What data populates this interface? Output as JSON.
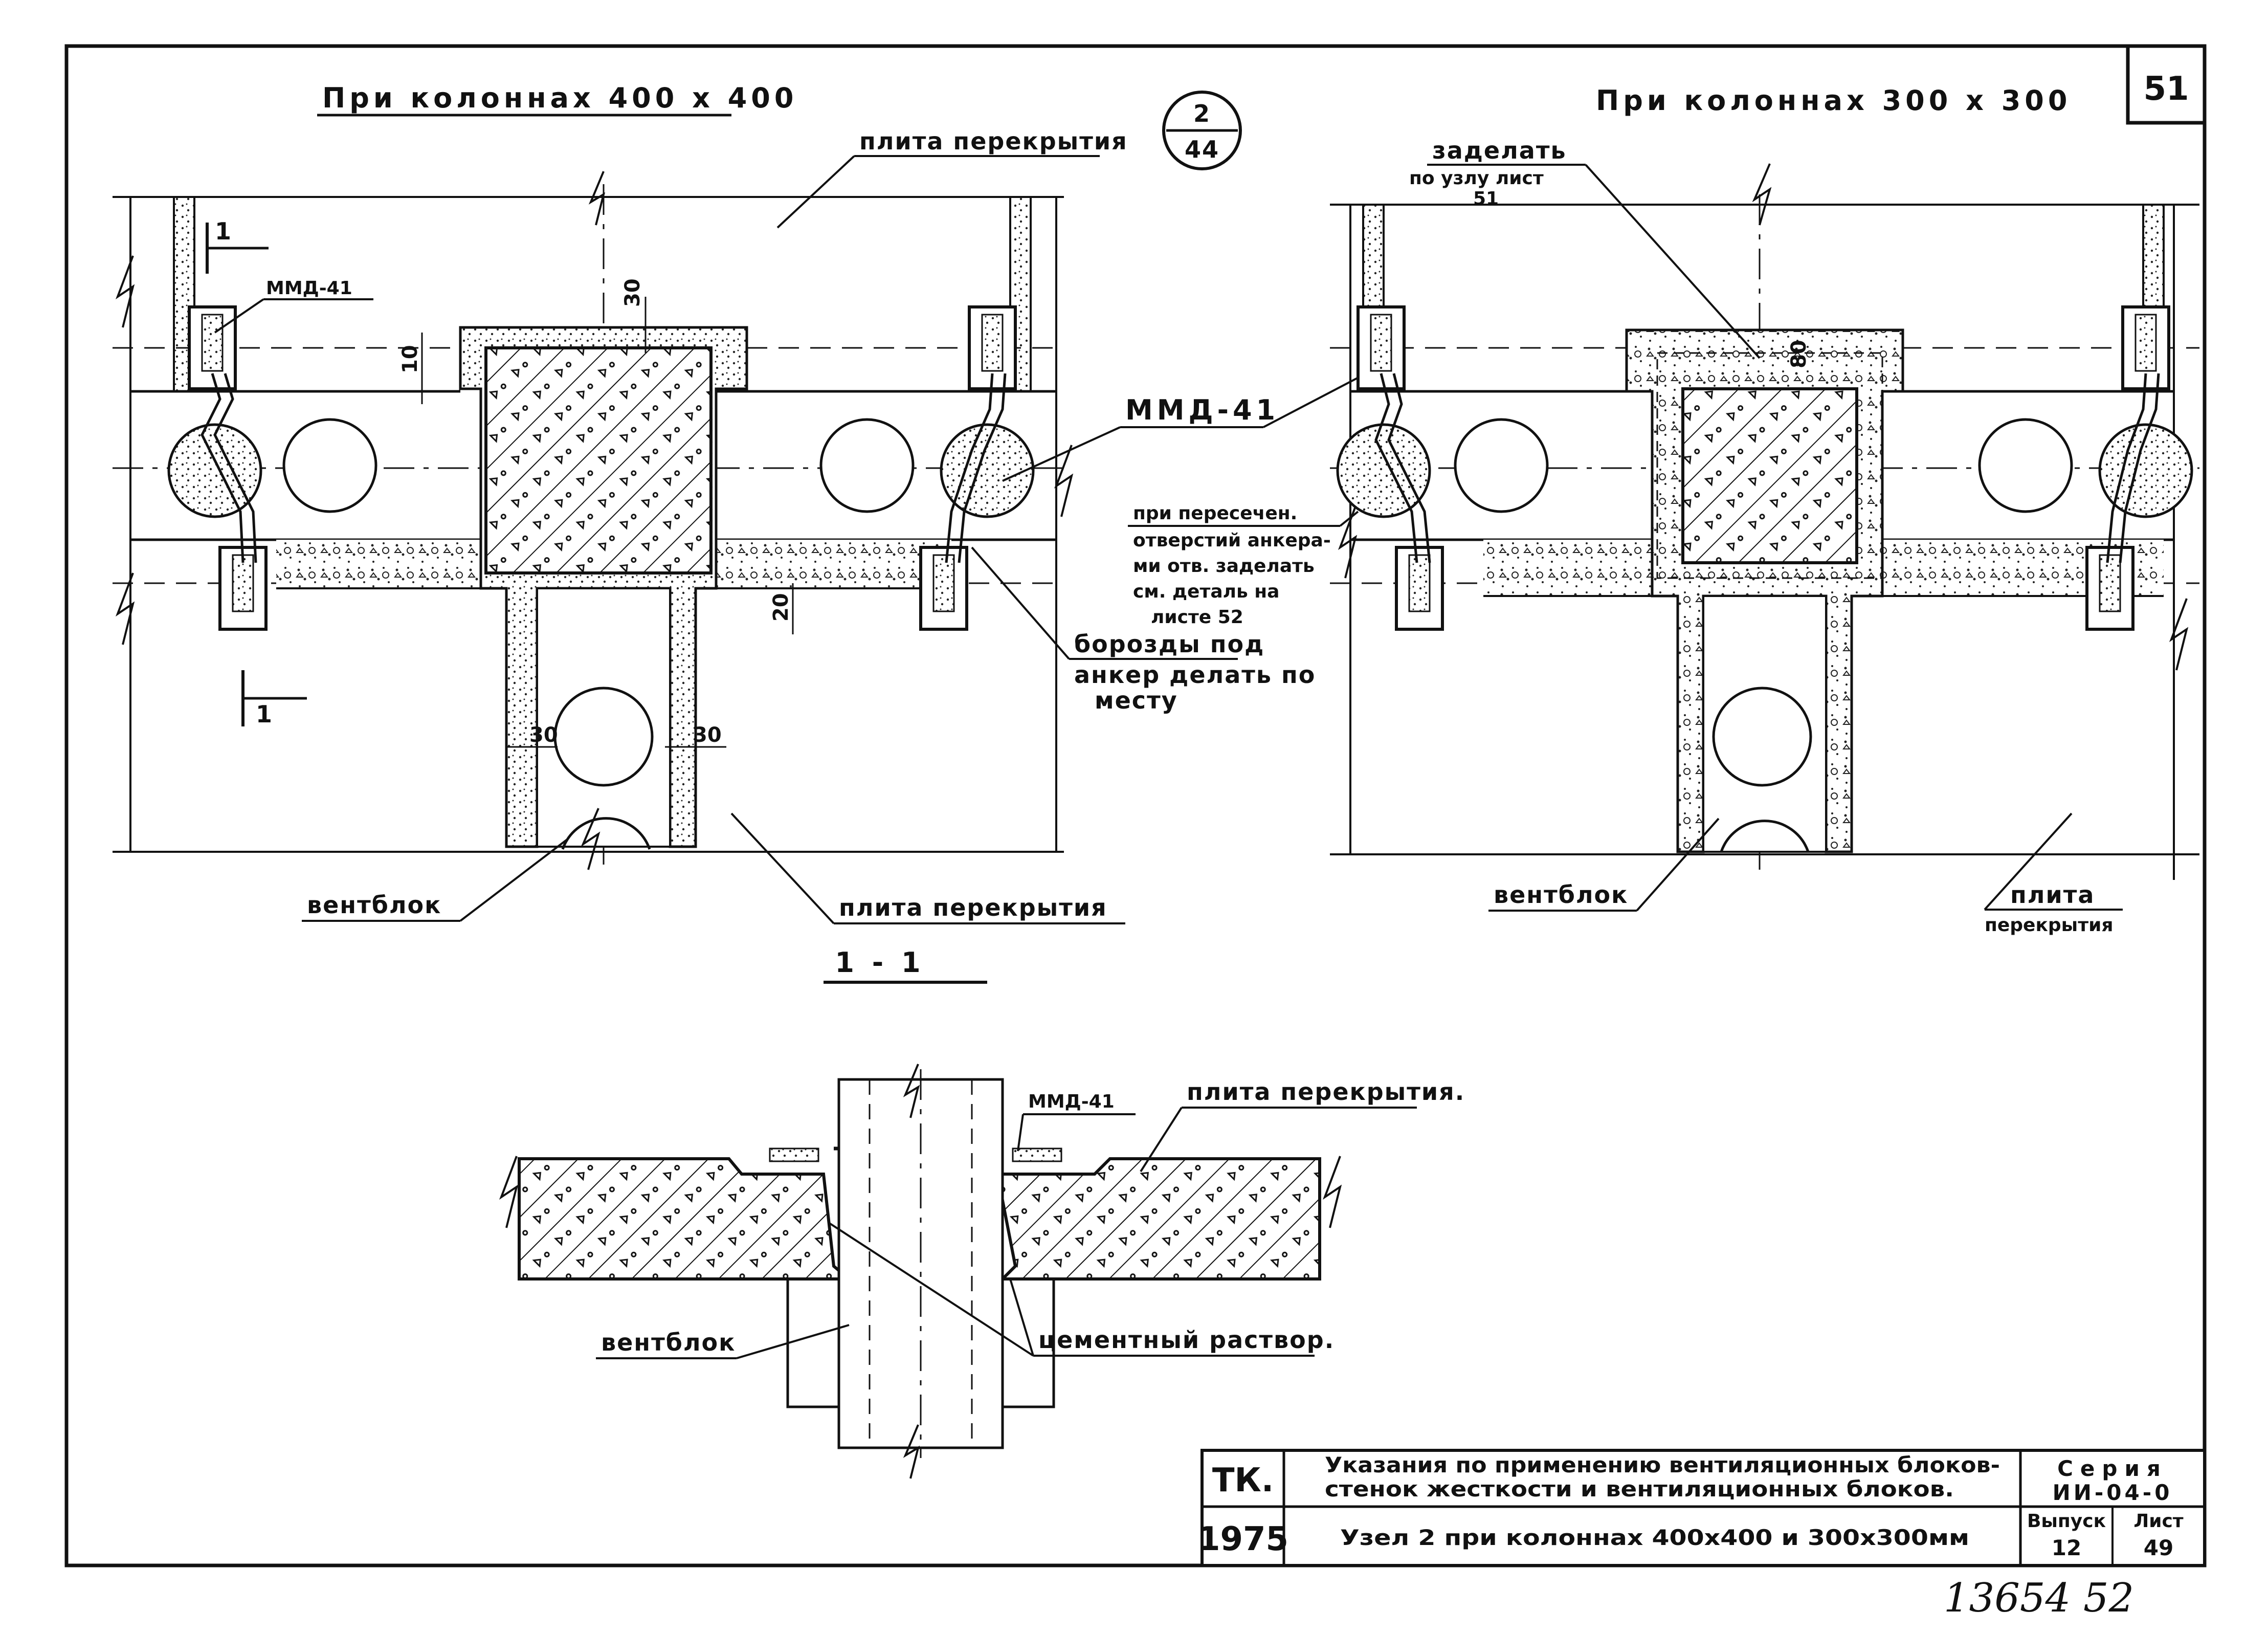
{
  "sheet_number": "51",
  "circle_ref": {
    "top": "2",
    "bottom": "44"
  },
  "left_view": {
    "title": "При колоннах 400 х 400",
    "top_slab": "плита перекрытия",
    "bottom_slab": "плита перекрытия",
    "vent_block": "вентблок",
    "anchor": "ММД-41",
    "section_mark": "1",
    "dims": {
      "d30_top": "30",
      "d10": "10",
      "d20": "20",
      "d30_left": "30",
      "d30_right": "30"
    }
  },
  "middle_notes": {
    "anchor": "ММД-41",
    "intersection_note": [
      "при пересечен.",
      "отверстий анкера-",
      "ми отв. заделать",
      "см. деталь на",
      "листе 52"
    ],
    "groove_note": [
      "борозды под",
      "анкер делать по",
      "месту"
    ]
  },
  "right_view": {
    "title": "При колоннах 300 х 300",
    "seal_note": [
      "заделать",
      "по узлу лист",
      "51"
    ],
    "dim_80": "80",
    "vent_block": "вентблок",
    "slab": [
      "плита",
      "перекрытия"
    ]
  },
  "section": {
    "title": "1 - 1",
    "anchor": "ММД-41",
    "slab": "плита перекрытия.",
    "vent_block": "вентблок",
    "mortar": "цементный раствор."
  },
  "title_block": {
    "org": "ТК.",
    "year": "1975",
    "desc_line1": "Указания по применению вентиляционных блоков-",
    "desc_line2": "стенок жесткости и вентиляционных блоков.",
    "node": "Узел 2 при колоннах 400х400 и 300х300мм",
    "series_label": "Серия",
    "series_value": "ИИ-04-0",
    "issue_label": "Выпуск",
    "issue_value": "12",
    "sheet_label": "Лист",
    "sheet_value": "49"
  },
  "archive_number": "13654 52"
}
